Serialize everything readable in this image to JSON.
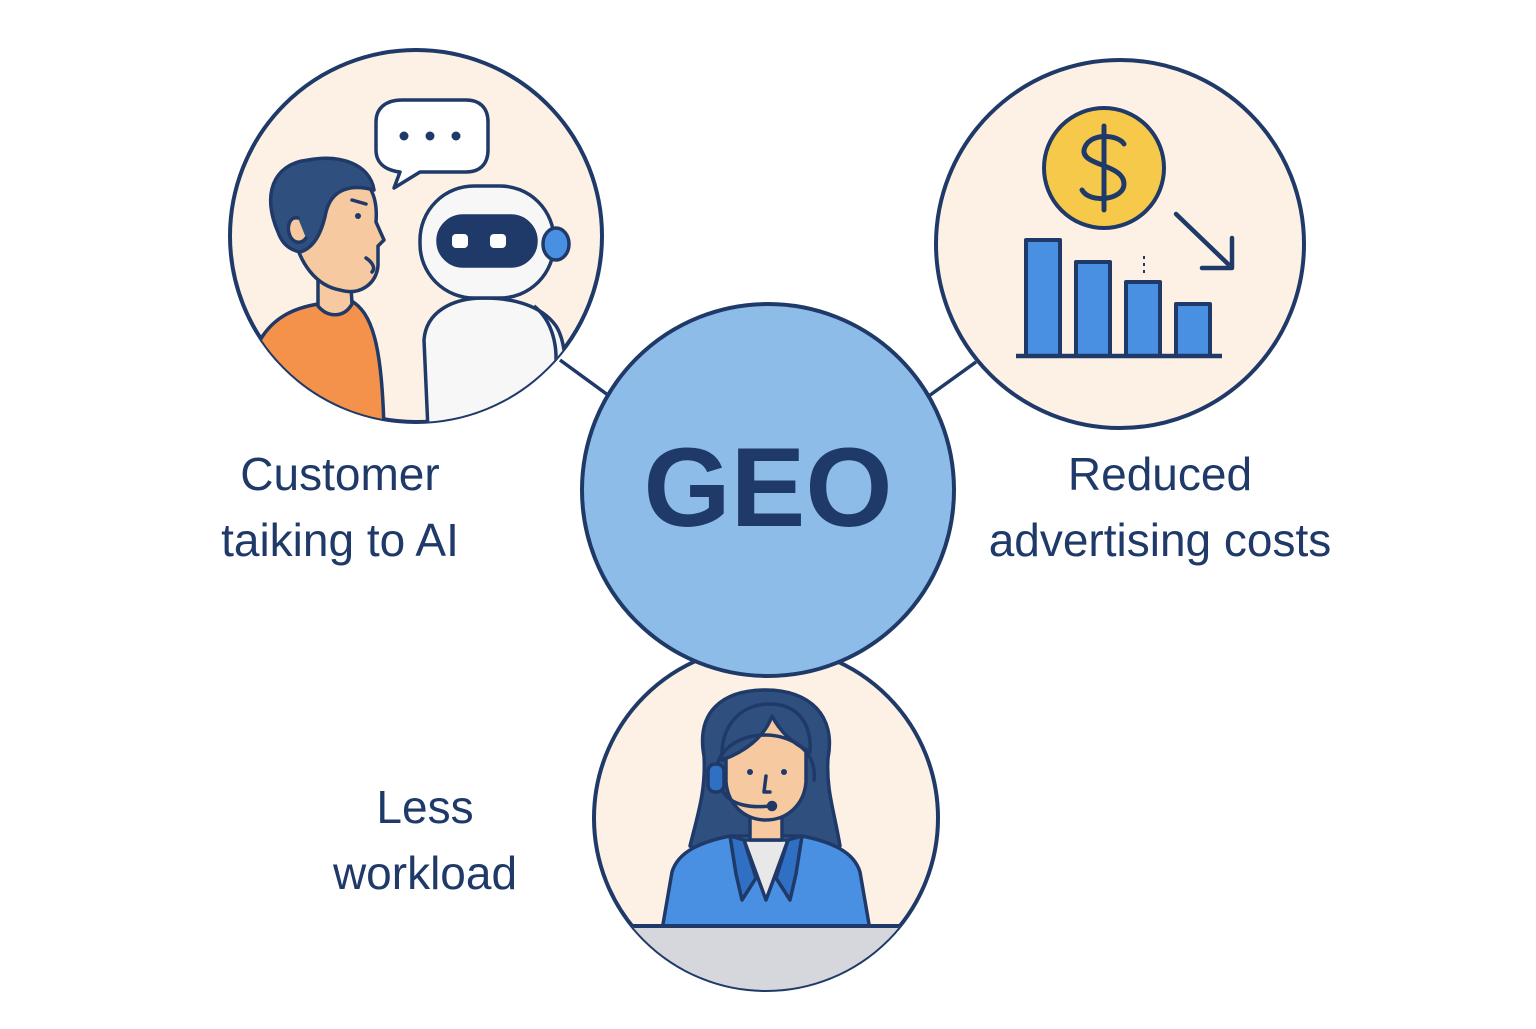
{
  "center": {
    "title": "GEO"
  },
  "nodes": {
    "customer": {
      "line1": "Customer",
      "line2": "taiking to AI"
    },
    "costs": {
      "line1": "Reduced",
      "line2": "advertising costs"
    },
    "workload": {
      "line1": "Less",
      "line2": "workload"
    }
  },
  "colors": {
    "outline": "#1f3a68",
    "hub_fill": "#8ebce9",
    "node_fill": "#fdf1e6",
    "accent_blue": "#4a90e2",
    "orange": "#f4924c",
    "coin_yellow": "#f6c94a",
    "skin": "#f6c9a0"
  },
  "icons": {
    "customer": [
      "person-icon",
      "speech-bubble-icon",
      "robot-icon"
    ],
    "costs": [
      "dollar-coin-icon",
      "bar-chart-icon",
      "down-arrow-icon"
    ],
    "workload": [
      "support-agent-icon",
      "headset-icon"
    ]
  }
}
